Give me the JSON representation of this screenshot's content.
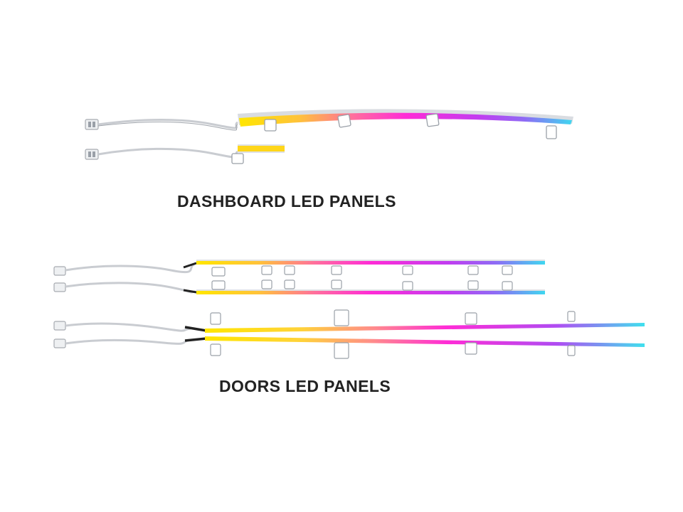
{
  "captions": {
    "dashboard": "DASHBOARD LED PANELS",
    "doors": "DOORS LED PANELS"
  },
  "colors": {
    "background": "#ffffff",
    "text": "#222222",
    "led_gradient": [
      "#ffe600",
      "#ffb23a",
      "#ff5fa8",
      "#ff2bd6",
      "#c23cf0",
      "#8d6cf5",
      "#3fd7f0"
    ],
    "wire": "#c9ccd1",
    "bracket": "#e2e4e8"
  },
  "groups": [
    {
      "name": "dashboard",
      "strip_count": 2
    },
    {
      "name": "doors",
      "strip_count": 4
    }
  ]
}
